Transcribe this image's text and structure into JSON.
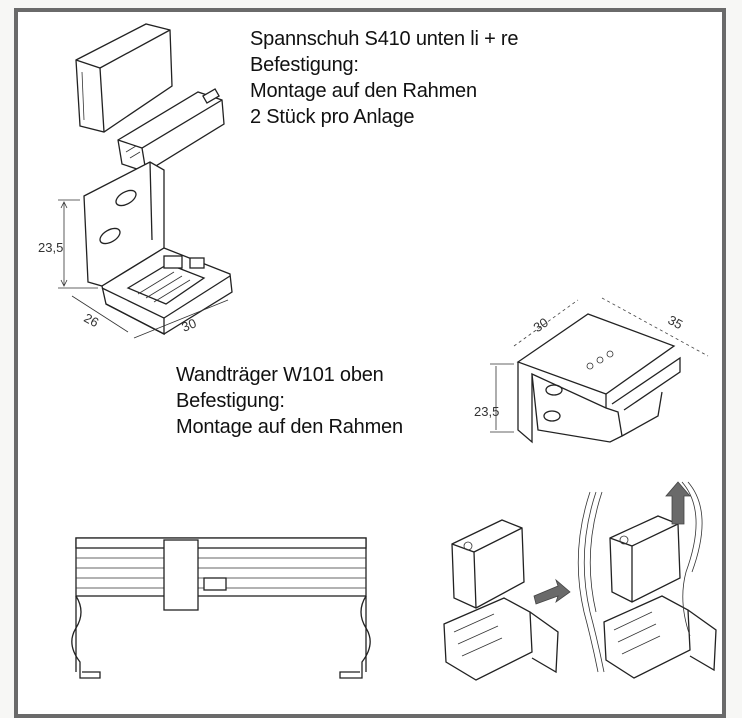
{
  "section_top": {
    "title": "Spannschuh S410 unten li + re",
    "line2": "Befestigung:",
    "line3": "Montage auf den Rahmen",
    "line4": "2 Stück pro Anlage"
  },
  "section_middle": {
    "title": "Wandträger W101 oben",
    "line2": "Befestigung:",
    "line3": "Montage auf den Rahmen"
  },
  "dimensions": {
    "spannschuh_height": "23,5",
    "spannschuh_depth": "26",
    "spannschuh_width": "30",
    "wandtraeger_width": "30",
    "wandtraeger_depth": "35",
    "wandtraeger_height": "23,5"
  }
}
